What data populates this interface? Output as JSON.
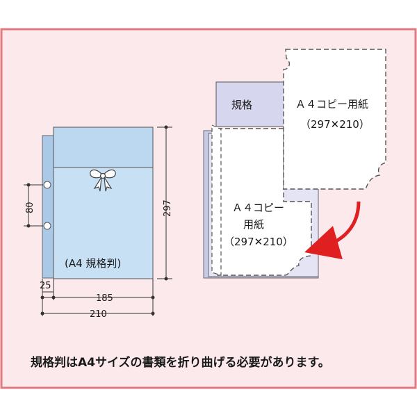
{
  "colors": {
    "frame_border": "#e07a80",
    "frame_fill": "#fbe9ec",
    "pocket_fill": "#c7e0f4",
    "pocket_back": "#a9c9e6",
    "label_fill": "#d6d6ee",
    "paper_fill": "#ffffff",
    "arrow": "#e02020",
    "line": "#333333"
  },
  "left_figure": {
    "size_label": "(A4 規格判)",
    "dim_height": "297",
    "dim_hole_spacing": "80",
    "dim_margin": "25",
    "dim_inner_width": "185",
    "dim_total_width": "210",
    "bow_icon": "ribbon-bow-icon"
  },
  "right_figure": {
    "tab_label": "規格",
    "top_paper": {
      "line1": "Ａ４コピー用紙",
      "line2": "（297✕210）"
    },
    "folded_paper": {
      "line1": "Ａ４コピー",
      "line2": "用紙",
      "line3": "（297✕210）"
    },
    "arrow_icon": "curved-arrow-icon"
  },
  "caption": "規格判はA4サイズの書類を折り曲げる必要があります。"
}
